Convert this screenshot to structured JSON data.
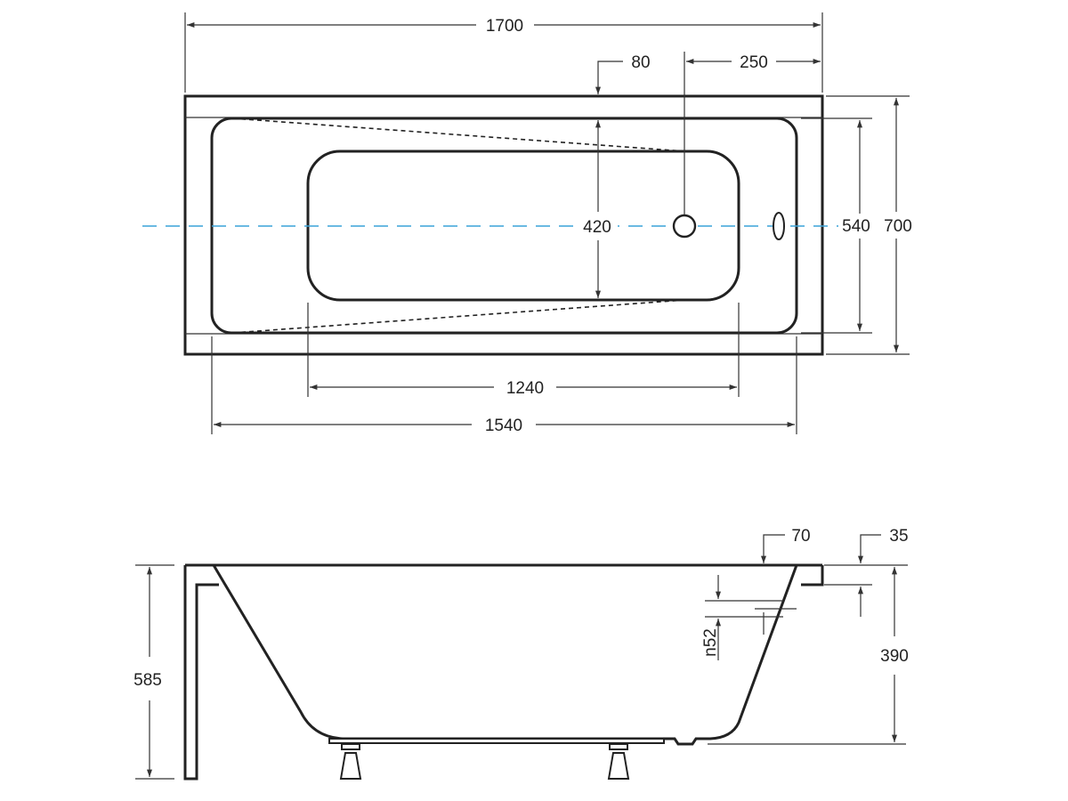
{
  "top_view": {
    "dimensions": {
      "overall_length": "1700",
      "overflow_offset": "80",
      "drain_offset": "250",
      "basin_bottom_width": "420",
      "inner_width": "540",
      "overall_width": "700",
      "basin_bottom_length": "1240",
      "inner_length": "1540"
    },
    "centerline_color": "#3aa3d8"
  },
  "side_view": {
    "dimensions": {
      "rim_width": "70",
      "rim_thickness": "35",
      "total_height": "585",
      "basin_depth": "390",
      "overflow_height": "n52"
    }
  }
}
